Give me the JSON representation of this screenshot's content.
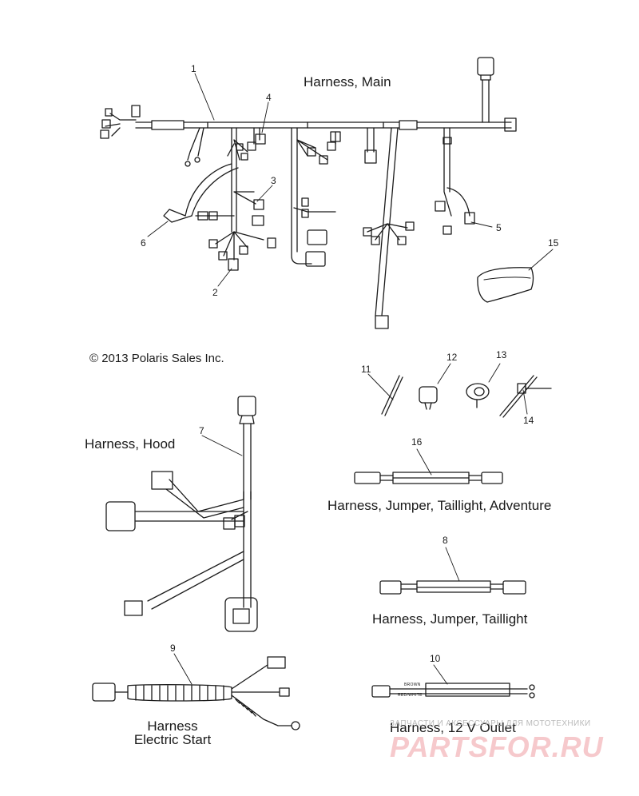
{
  "titles": {
    "main": "Harness, Main",
    "hood": "Harness, Hood",
    "jumper_adventure": "Harness, Jumper, Taillight, Adventure",
    "jumper_taillight": "Harness, Jumper, Taillight",
    "electric_start_line1": "Harness",
    "electric_start_line2": "Electric Start",
    "outlet": "Harness, 12 V Outlet"
  },
  "copyright": "© 2013 Polaris Sales Inc.",
  "callouts": [
    "1",
    "2",
    "3",
    "4",
    "5",
    "6",
    "7",
    "8",
    "9",
    "10",
    "11",
    "12",
    "13",
    "14",
    "15",
    "16"
  ],
  "wire_labels": {
    "brown": "BROWN",
    "red_white": "RED/WHITE"
  },
  "watermark": {
    "tagline": "ЗАПЧАСТИ И АКСЕССУАРЫ ДЛЯ МОТОТЕХНИКИ",
    "brand": "PARTSFOR.RU"
  },
  "colors": {
    "line": "#1a1a1a",
    "watermark": "#e8505b"
  }
}
